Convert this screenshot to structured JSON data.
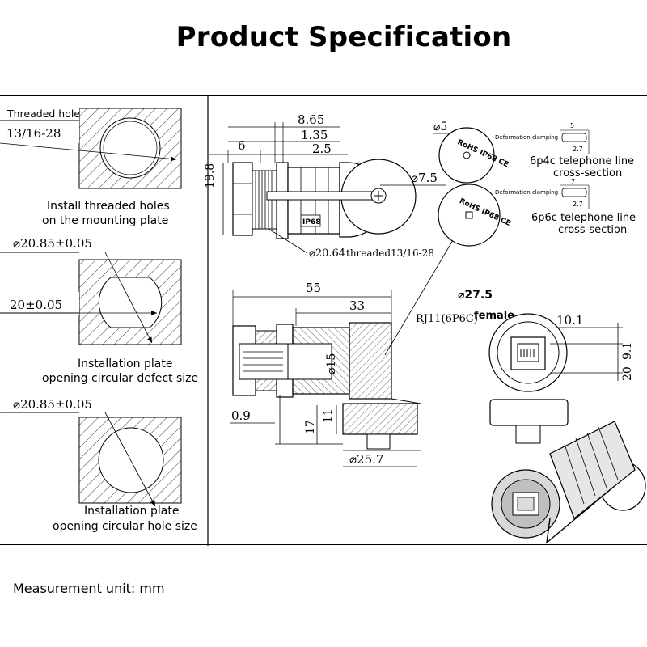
{
  "title": "Product Specification",
  "left_panel": {
    "threaded_hole_label": "Threaded hole",
    "threaded_hole_spec": "13/16-28",
    "fig1_caption_1": "Install threaded holes",
    "fig1_caption_2": "on the mounting plate",
    "fig2_dia": "⌀20.85±0.05",
    "fig2_flat": "20±0.05",
    "fig2_caption_1": "Installation plate",
    "fig2_caption_2": "opening circular defect size",
    "fig3_dia": "⌀20.85±0.05",
    "fig3_caption_1": "Installation plate",
    "fig3_caption_2": "opening circular hole size"
  },
  "side_view": {
    "dim_8_65": "8.65",
    "dim_1_35": "1.35",
    "dim_6": "6",
    "dim_2_5": "2.5",
    "dim_19_8": "19.8",
    "dim_7_5": "⌀7.5",
    "marking": "IP68",
    "thread_label_a": "⌀20.64",
    "thread_label_b": "threaded13/16-28"
  },
  "cross_sections": {
    "dia5": "⌀5",
    "rohs_text": "RoHS IP68 CE",
    "deformation_1": "Deformation clamping",
    "w5": "5",
    "w2_7_a": "2.7",
    "caption_6p4c_1": "6p4c telephone line",
    "caption_6p4c_2": "cross-section",
    "deformation_2": "Deformation clamping",
    "w7": "7",
    "w2_7_b": "2.7",
    "caption_6p6c_1": "6p6c telephone line",
    "caption_6p6c_2": "cross-section"
  },
  "section_view": {
    "dim_55": "55",
    "dim_33": "33",
    "dim_15": "⌀15",
    "dim_0_9": "0.9",
    "dim_17": "17",
    "dim_11": "11",
    "dim_25_7": "⌀25.7"
  },
  "front_view": {
    "dia_27_5": "⌀27.5",
    "rj11_label": "RJ11(6P6C)",
    "female_label": "female",
    "dim_10_1": "10.1",
    "dim_9_1": "9.1",
    "dim_20": "20"
  },
  "footer": {
    "unit": "Measurement unit: mm"
  }
}
